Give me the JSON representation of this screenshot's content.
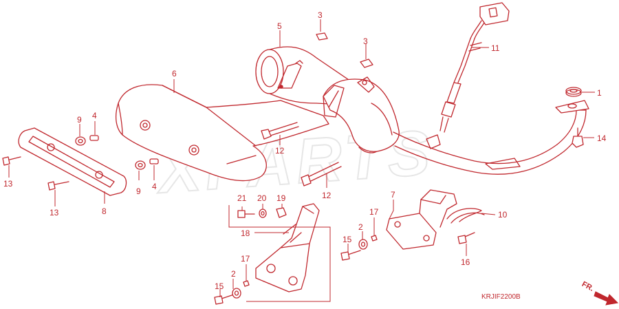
{
  "callouts": {
    "c1": "1",
    "c2a": "2",
    "c2b": "2",
    "c3a": "3",
    "c3b": "3",
    "c4a": "4",
    "c4b": "4",
    "c5": "5",
    "c6": "6",
    "c7": "7",
    "c8": "8",
    "c9a": "9",
    "c9b": "9",
    "c10": "10",
    "c11": "11",
    "c12a": "12",
    "c12b": "12",
    "c13a": "13",
    "c13b": "13",
    "c14": "14",
    "c15a": "15",
    "c15b": "15",
    "c16": "16",
    "c17a": "17",
    "c17b": "17",
    "c18": "18",
    "c19": "19",
    "c20": "20",
    "c21": "21"
  },
  "diagram_code": "KRJIF2200B",
  "direction_label": "FR.",
  "watermark": "XPARTS",
  "colors": {
    "line": "#c0272d",
    "watermark": "#e6e6e6",
    "background": "#ffffff"
  }
}
